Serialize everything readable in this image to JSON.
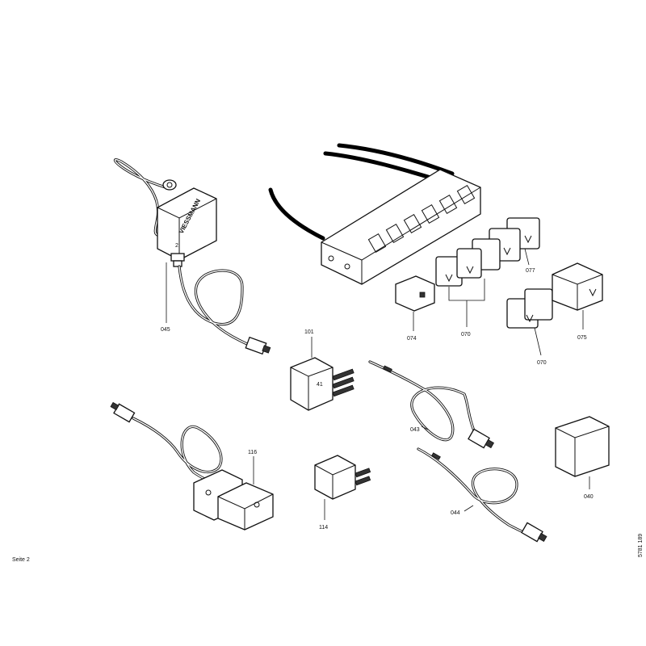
{
  "page": {
    "footer_left": "Seite 2",
    "doc_number": "5781 189"
  },
  "brand_text": "VIESSMANN",
  "parts": {
    "p045": "045",
    "p101": "101",
    "p074": "074",
    "p070a": "070",
    "p070b": "070",
    "p077": "077",
    "p075": "075",
    "p043": "043",
    "p040": "040",
    "p116": "116",
    "p114": "114",
    "p044": "044"
  },
  "sensor_marker": "2",
  "connector_marker": "41"
}
